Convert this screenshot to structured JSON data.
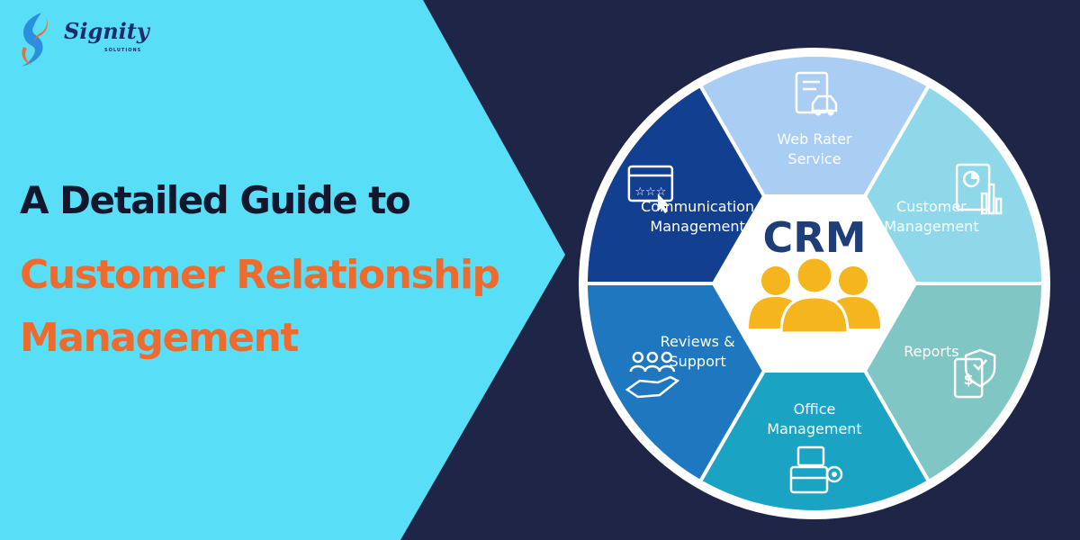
{
  "logo": {
    "name": "Signity",
    "subtitle": "SOLUTIONS"
  },
  "headline": {
    "line1": "A Detailed Guide to",
    "line2": "Customer Relationship",
    "line3": "Management"
  },
  "diagram": {
    "center_label": "CRM",
    "segments": [
      {
        "lines": [
          "Web Rater",
          "Service"
        ],
        "icon": "document-car-icon",
        "color": "#a9cdf3"
      },
      {
        "lines": [
          "Customer",
          "Management"
        ],
        "icon": "chart-report-icon",
        "color": "#8fd8ea"
      },
      {
        "lines": [
          "Reports"
        ],
        "icon": "report-shield-icon",
        "color": "#7fc6c4"
      },
      {
        "lines": [
          "Office",
          "Management"
        ],
        "icon": "briefcase-gear-icon",
        "color": "#1aa3c3"
      },
      {
        "lines": [
          "Reviews &",
          "Support"
        ],
        "icon": "hand-people-icon",
        "color": "#1f77c0"
      },
      {
        "lines": [
          "Communication",
          "Management"
        ],
        "icon": "rating-window-icon",
        "color": "#123f8f"
      }
    ]
  },
  "colors": {
    "background_dark": "#1f2547",
    "panel_cyan": "#59def8",
    "headline_dark": "#13172d",
    "headline_accent": "#ee6a2d",
    "crm_text": "#1d3e77",
    "people_icon": "#f5b51e"
  }
}
